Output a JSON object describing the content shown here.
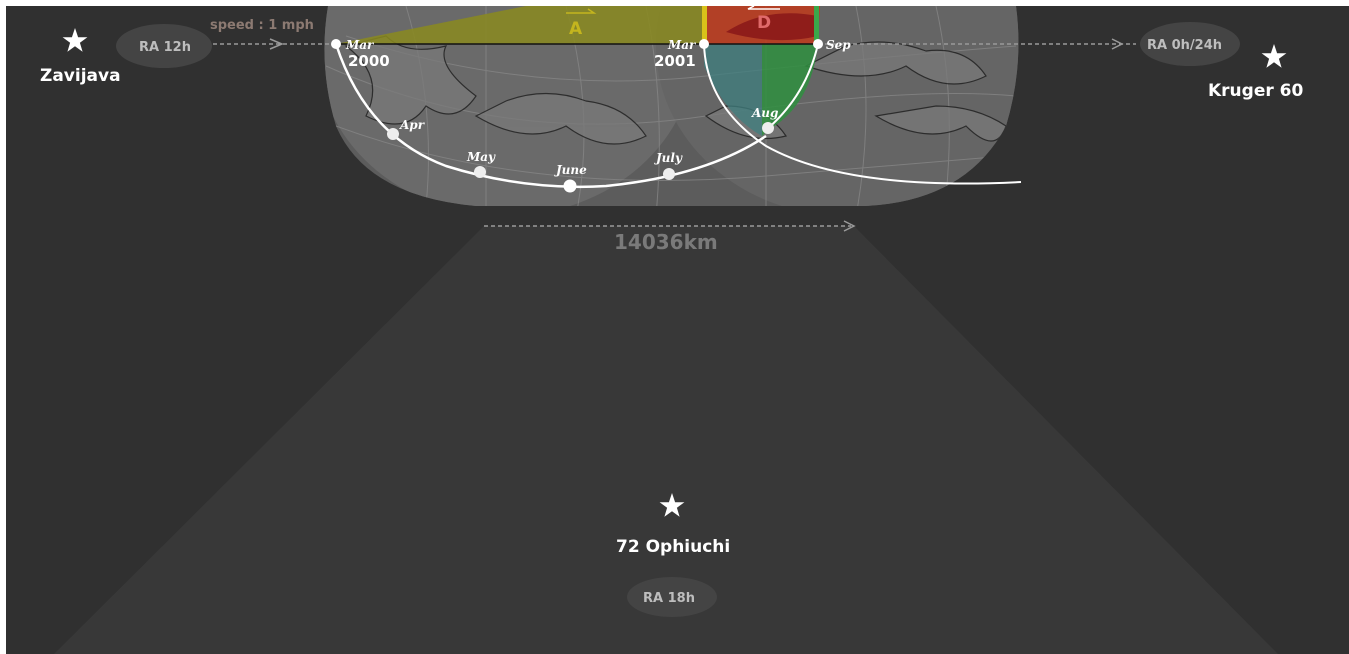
{
  "stars": {
    "left": {
      "name": "Zavijava",
      "ra": "RA 12h"
    },
    "right": {
      "name": "Kruger 60",
      "ra": "RA 0h/24h"
    },
    "bottom": {
      "name": "72 Ophiuchi",
      "ra": "RA 18h"
    }
  },
  "speed_label": "speed : 1 mph",
  "distance_label": "14036km",
  "regions": {
    "a": "A",
    "d": "D"
  },
  "orbit_labels": {
    "mar_2000": "Mar",
    "apr": "Apr",
    "may": "May",
    "june": "June",
    "july": "July",
    "aug": "Aug",
    "mar_2001": "Mar",
    "sep": "Sep"
  },
  "years": {
    "y2000": "2000",
    "y2001": "2001"
  },
  "colors": {
    "background": "#303030",
    "cone": "#3a3a3a",
    "star": "#ffffff",
    "region_a": "#8a8a1e",
    "region_d": "#8b1a1a",
    "region_red": "#c0391b",
    "region_teal": "#3f7f7f",
    "region_green": "#2f8f3f"
  }
}
